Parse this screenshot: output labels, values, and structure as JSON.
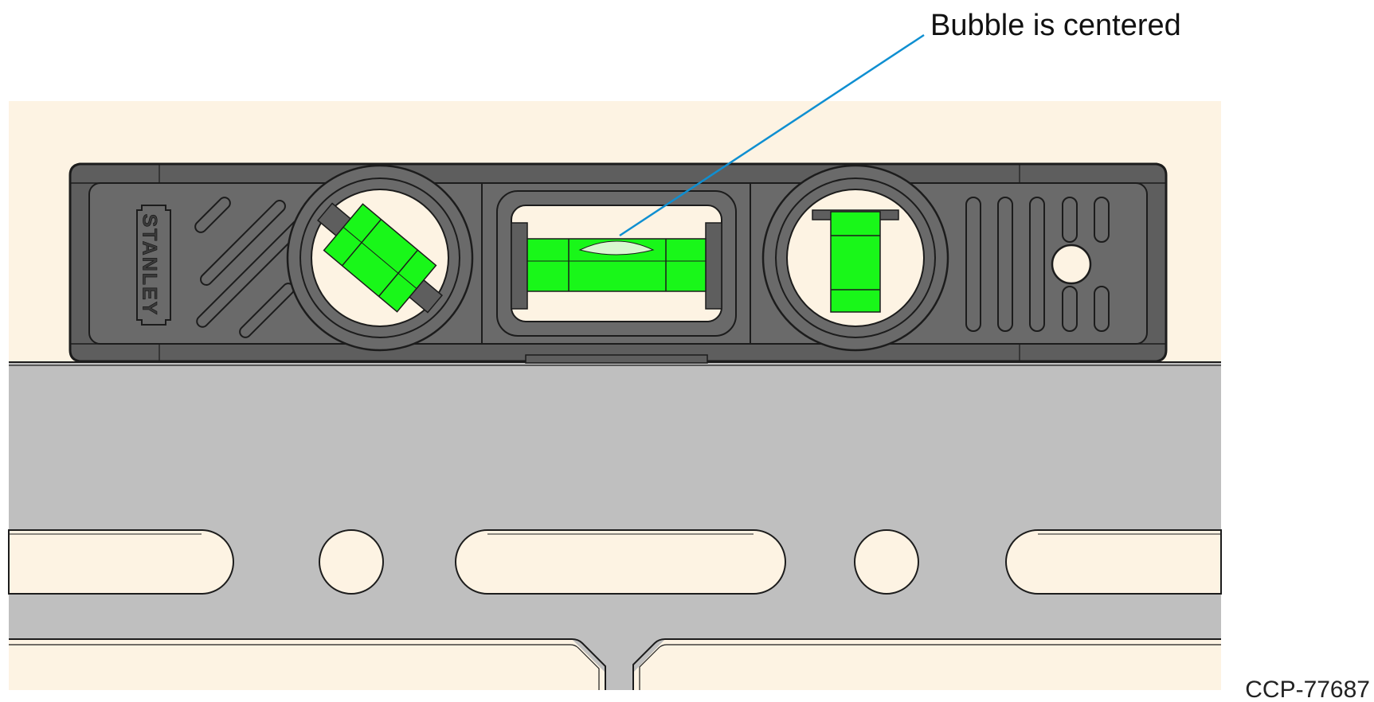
{
  "callout": {
    "label": "Bubble is centered"
  },
  "brand": {
    "name": "STANLEY"
  },
  "figure": {
    "id": "CCP-77687"
  },
  "colors": {
    "background_panel": "#fdf3e3",
    "plate": "#bfbfbf",
    "level_body": "#5e5e5e",
    "level_frame": "#6f6f6f",
    "vial_green": "#19f719",
    "leader_line": "#0f8fd1",
    "outline": "#1c1c1c"
  },
  "icons": [
    "torpedo-level-icon",
    "bubble-vial-icon"
  ]
}
